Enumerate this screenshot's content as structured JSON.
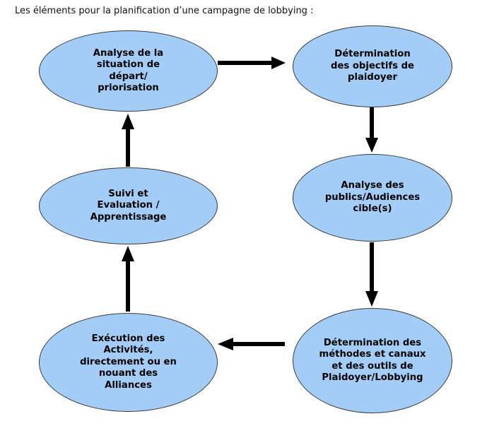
{
  "caption": "Les éléments pour la planification d’une campagne de lobbying :",
  "colors": {
    "node_fill": "#a3cdf7",
    "node_border": "#3a3a3a",
    "arrow": "#000000"
  },
  "nodes": [
    {
      "id": "analysis",
      "label": "Analyse de la\nsituation de\ndépart/\npriorisation"
    },
    {
      "id": "objectives",
      "label": "Détermination\ndes objectifs de\nplaidoyer"
    },
    {
      "id": "audiences",
      "label": "Analyse des\npublics/Audiences\ncible(s)"
    },
    {
      "id": "methods",
      "label": "Détermination des\nméthodes et canaux\net des outils de\nPlaidoyer/Lobbying"
    },
    {
      "id": "execution",
      "label": "Exécution des\nActivités,\ndirectement ou en\nnouant des\nAlliances"
    },
    {
      "id": "evaluation",
      "label": "Suivi et\nEvaluation /\nApprentissage"
    }
  ],
  "edges": [
    {
      "from": "analysis",
      "to": "objectives"
    },
    {
      "from": "objectives",
      "to": "audiences"
    },
    {
      "from": "audiences",
      "to": "methods"
    },
    {
      "from": "methods",
      "to": "execution"
    },
    {
      "from": "execution",
      "to": "evaluation"
    },
    {
      "from": "evaluation",
      "to": "analysis"
    }
  ]
}
